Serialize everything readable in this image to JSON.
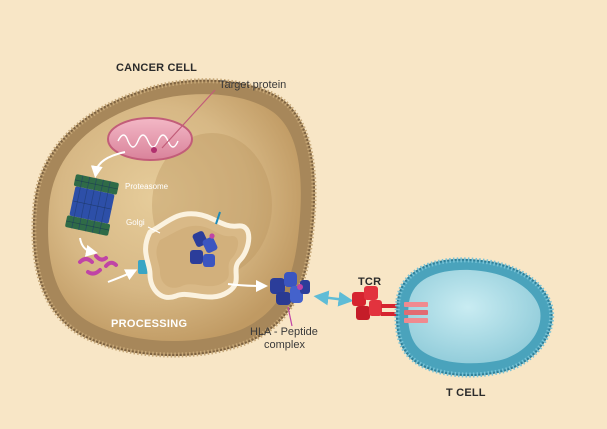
{
  "labels": {
    "cancer_cell": "CANCER CELL",
    "target_protein": "Target protein",
    "proteasome": "Proteasome",
    "golgi": "Golgi",
    "processing": "PROCESSING",
    "hla_line1": "HLA - Peptide",
    "hla_line2": "complex",
    "tcr": "TCR",
    "t_cell": "T CELL"
  },
  "colors": {
    "background": "#f8e6c6",
    "cancer_membrane": "#a98a5e",
    "cancer_cytoplasm": "#d9bd8b",
    "mitochondrion": "#e9a0b4",
    "proteasome_green": "#2f6b47",
    "proteasome_blue": "#2d4fa8",
    "hla_blue": "#2b3d9a",
    "peptide_magenta": "#c044a6",
    "tcr_red": "#d6242f",
    "t_cell_membrane": "#4aa3bc",
    "t_cell_cytoplasm": "#a9dbe6",
    "arrow_cyan": "#6ec6de"
  }
}
